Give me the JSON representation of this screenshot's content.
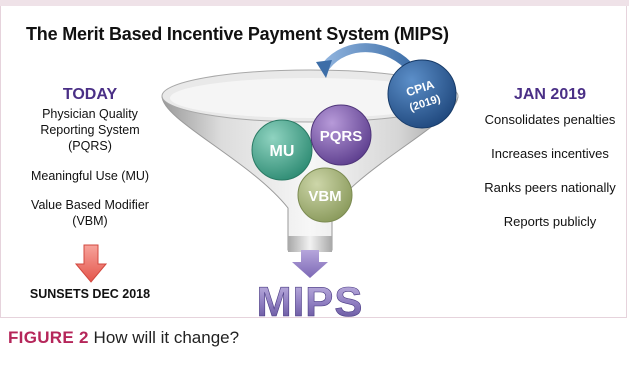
{
  "title": "The Merit Based Incentive Payment System (MIPS)",
  "today": {
    "heading": "TODAY",
    "items": [
      "Physician Quality",
      "Reporting System",
      "(PQRS)",
      "Meaningful Use (MU)",
      "Value Based Modifier",
      "(VBM)"
    ],
    "sunsets": "SUNSETS DEC 2018"
  },
  "jan2019": {
    "heading": "JAN 2019",
    "items": [
      "Consolidates penalties",
      "Increases incentives",
      "Ranks peers nationally",
      "Reports publicly"
    ]
  },
  "funnel": {
    "circles": [
      "MU",
      "PQRS",
      "VBM"
    ],
    "cpia_line1": "CPIA",
    "cpia_line2": "(2019)",
    "output": "MIPS"
  },
  "caption": {
    "label": "FIGURE 2",
    "text": "How will it change?"
  },
  "colors": {
    "heading": "#4a2f86",
    "mu": "#3f9f86",
    "pqrs": "#7a5aa6",
    "vbm": "#9fae76",
    "cpia": "#2a5d98",
    "arrow_red": "#e4554b",
    "figure_label": "#b5265a"
  }
}
